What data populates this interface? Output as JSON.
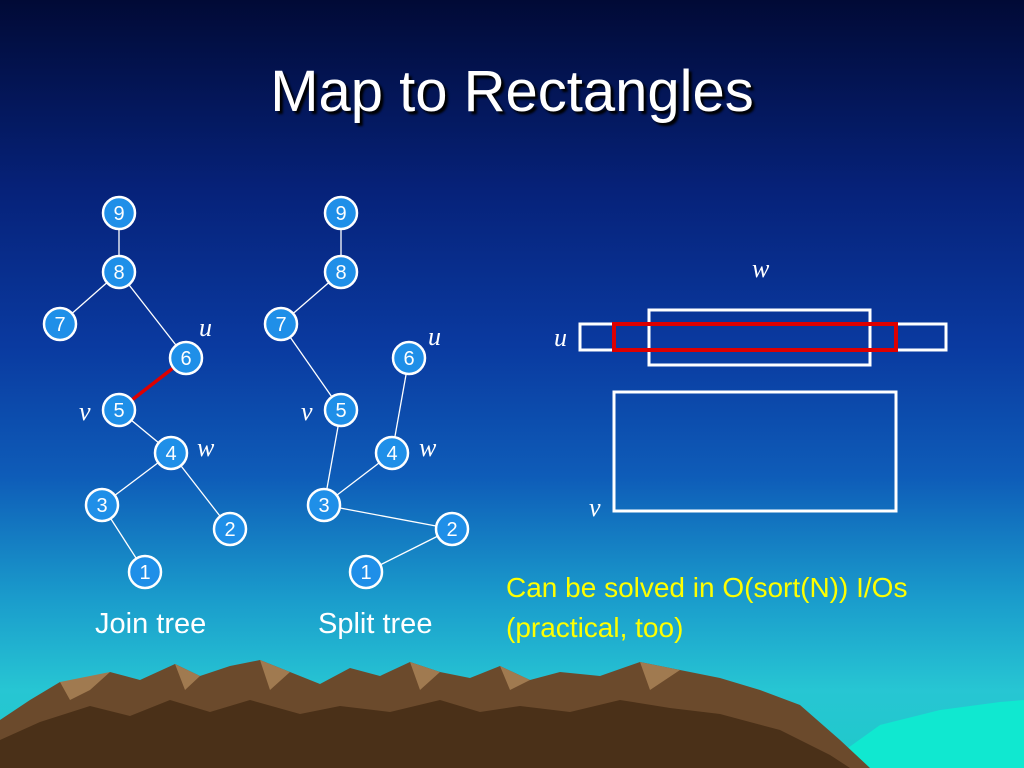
{
  "title": "Map to Rectangles",
  "join_tree": {
    "caption": "Join tree",
    "nodes": [
      {
        "id": "9",
        "label": "9"
      },
      {
        "id": "8",
        "label": "8"
      },
      {
        "id": "7",
        "label": "7"
      },
      {
        "id": "6",
        "label": "6"
      },
      {
        "id": "5",
        "label": "5"
      },
      {
        "id": "4",
        "label": "4"
      },
      {
        "id": "3",
        "label": "3"
      },
      {
        "id": "2",
        "label": "2"
      },
      {
        "id": "1",
        "label": "1"
      }
    ],
    "edges": [
      {
        "from": "9",
        "to": "8"
      },
      {
        "from": "8",
        "to": "7"
      },
      {
        "from": "8",
        "to": "6"
      },
      {
        "from": "6",
        "to": "5",
        "highlight": true
      },
      {
        "from": "5",
        "to": "4"
      },
      {
        "from": "4",
        "to": "3"
      },
      {
        "from": "4",
        "to": "2"
      },
      {
        "from": "3",
        "to": "1"
      }
    ],
    "annotations": [
      {
        "text": "u",
        "near": "6"
      },
      {
        "text": "v",
        "near": "5"
      },
      {
        "text": "w",
        "near": "4"
      }
    ]
  },
  "split_tree": {
    "caption": "Split tree",
    "nodes": [
      {
        "id": "9",
        "label": "9"
      },
      {
        "id": "8",
        "label": "8"
      },
      {
        "id": "7",
        "label": "7"
      },
      {
        "id": "6",
        "label": "6"
      },
      {
        "id": "5",
        "label": "5"
      },
      {
        "id": "4",
        "label": "4"
      },
      {
        "id": "3",
        "label": "3"
      },
      {
        "id": "2",
        "label": "2"
      },
      {
        "id": "1",
        "label": "1"
      }
    ],
    "edges": [
      {
        "from": "9",
        "to": "8"
      },
      {
        "from": "8",
        "to": "7"
      },
      {
        "from": "7",
        "to": "5"
      },
      {
        "from": "5",
        "to": "3"
      },
      {
        "from": "6",
        "to": "4"
      },
      {
        "from": "4",
        "to": "3"
      },
      {
        "from": "3",
        "to": "2"
      },
      {
        "from": "2",
        "to": "1"
      }
    ],
    "annotations": [
      {
        "text": "u",
        "near": "6"
      },
      {
        "text": "v",
        "near": "5"
      },
      {
        "text": "w",
        "near": "4"
      }
    ]
  },
  "rectangles": {
    "labels": {
      "u": "u",
      "v": "v",
      "w": "w"
    },
    "colors": {
      "outline": "#ffffff",
      "highlight": "#dd0000"
    }
  },
  "note": {
    "line1": "Can be solved in O(sort(N)) I/Os",
    "line2": "(practical, too)"
  },
  "colors": {
    "node_fill": "#1f8fe8",
    "node_stroke": "#ffffff",
    "edge": "#ffffff",
    "highlight_edge": "#dd0000",
    "note_text": "#ffff00"
  }
}
